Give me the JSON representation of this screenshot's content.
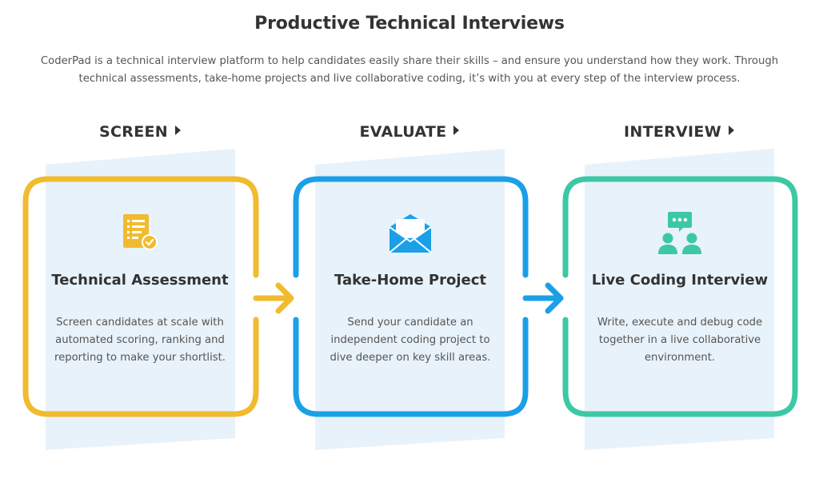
{
  "header": {
    "title": "Productive Technical Interviews",
    "intro": "CoderPad is a technical interview platform to help candidates easily share their skills – and ensure you understand how they work. Through technical assessments, take-home projects and live collaborative coding, it’s with you at every step of the interview process."
  },
  "stages": [
    {
      "label": "SCREEN",
      "icon": "checklist-document-icon",
      "color": "#F1BB2F",
      "card_title": "Technical Assessment",
      "description": "Screen candidates at scale with automated scoring, ranking and reporting to make your shortlist."
    },
    {
      "label": "EVALUATE",
      "icon": "envelope-icon",
      "color": "#1BA0E8",
      "card_title": "Take-Home Project",
      "description": "Send your candidate an independent coding project to dive deeper on key skill areas."
    },
    {
      "label": "INTERVIEW",
      "icon": "people-chat-icon",
      "color": "#3CC8A5",
      "card_title": "Live Coding Interview",
      "description": "Write, execute and debug code together in a live collaborative environment."
    }
  ],
  "colors": {
    "panel_background": "#E8F2FA",
    "heading_text": "#333333",
    "body_text": "#555555"
  }
}
